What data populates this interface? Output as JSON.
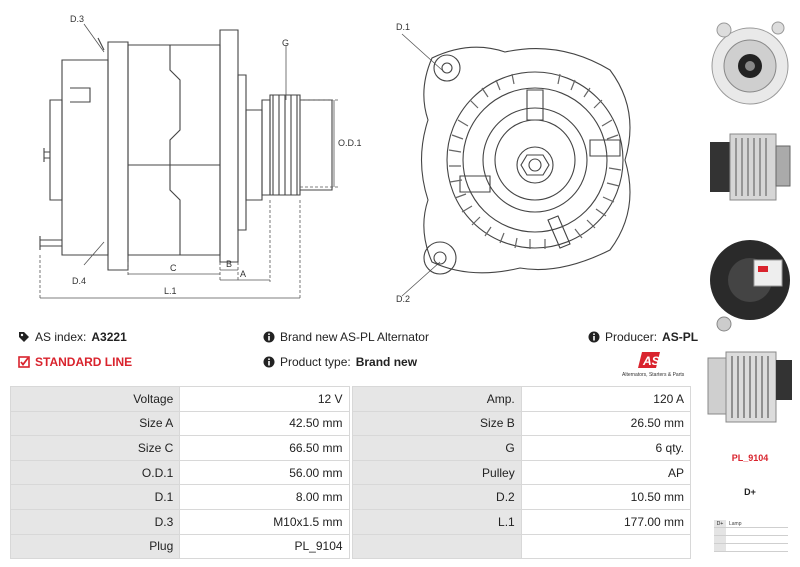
{
  "drawing": {
    "labels": {
      "d3": "D.3",
      "d4": "D.4",
      "g": "G",
      "od1": "O.D.1",
      "c": "C",
      "b": "B",
      "a": "A",
      "l1": "L.1",
      "d1": "D.1",
      "d2": "D.2"
    }
  },
  "info": {
    "as_index_label": "AS index:",
    "as_index_value": "A3221",
    "product_line": "STANDARD LINE",
    "description": "Brand new AS-PL Alternator",
    "product_type_label": "Product type:",
    "product_type_value": "Brand new",
    "producer_label": "Producer:",
    "producer_value": "AS-PL"
  },
  "logo": {
    "text": "AS",
    "tagline": "Alternators, Starters & Parts"
  },
  "specs": [
    {
      "k1": "Voltage",
      "v1": "12 V",
      "k2": "Amp.",
      "v2": "120 A"
    },
    {
      "k1": "Size A",
      "v1": "42.50 mm",
      "k2": "Size B",
      "v2": "26.50 mm"
    },
    {
      "k1": "Size C",
      "v1": "66.50 mm",
      "k2": "G",
      "v2": "6 qty."
    },
    {
      "k1": "O.D.1",
      "v1": "56.00 mm",
      "k2": "Pulley",
      "v2": "AP"
    },
    {
      "k1": "D.1",
      "v1": "8.00 mm",
      "k2": "D.2",
      "v2": "10.50 mm"
    },
    {
      "k1": "D.3",
      "v1": "M10x1.5 mm",
      "k2": "L.1",
      "v2": "177.00 mm"
    },
    {
      "k1": "Plug",
      "v1": "PL_9104",
      "k2": "",
      "v2": ""
    }
  ],
  "side": {
    "plug_code": "PL_9104",
    "terminal": "D+",
    "mini_table": [
      {
        "k": "D+",
        "v": "Lamp"
      },
      {
        "k": "",
        "v": ""
      },
      {
        "k": "",
        "v": ""
      },
      {
        "k": "",
        "v": ""
      }
    ]
  },
  "colors": {
    "accent": "#d9232d",
    "key_bg": "#e6e6e6",
    "line": "#555555"
  }
}
